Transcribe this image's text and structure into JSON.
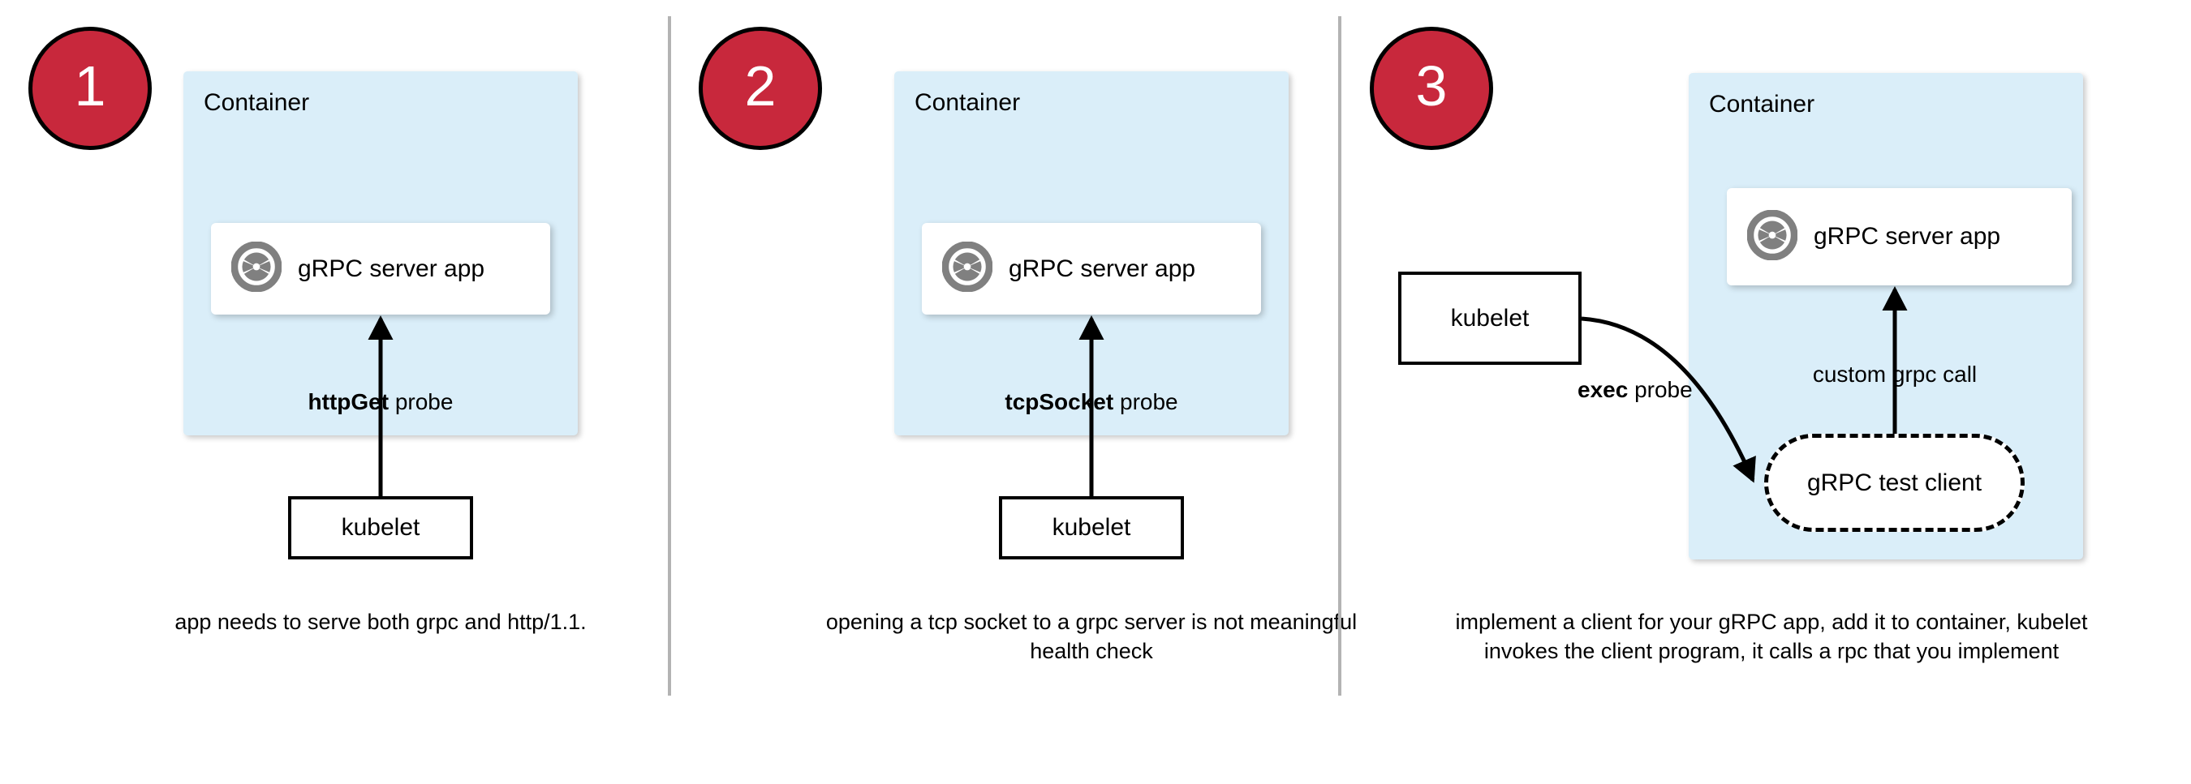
{
  "diagram": {
    "title": "gRPC health check probe approaches in Kubernetes",
    "colors": {
      "badge_fill": "#c8283c",
      "badge_border": "#000000",
      "container_fill": "#daeef9",
      "divider": "#b3b3b3",
      "logo_gray": "#808080",
      "stroke": "#000000"
    },
    "panels": [
      {
        "step": "1",
        "container_label": "Container",
        "app_label": "gRPC server app",
        "app_icon": "grpc-aperture-icon",
        "probe_label_bold": "httpGet",
        "probe_label_rest": " probe",
        "kubelet_label": "kubelet",
        "caption": "app needs to serve both grpc and http/1.1."
      },
      {
        "step": "2",
        "container_label": "Container",
        "app_label": "gRPC server app",
        "app_icon": "grpc-aperture-icon",
        "probe_label_bold": "tcpSocket",
        "probe_label_rest": " probe",
        "kubelet_label": "kubelet",
        "caption": "opening a tcp socket to a grpc server is not meaningful health check"
      },
      {
        "step": "3",
        "container_label": "Container",
        "app_label": "gRPC server app",
        "app_icon": "grpc-aperture-icon",
        "probe_label_bold": "exec",
        "probe_label_rest": " probe",
        "kubelet_label": "kubelet",
        "call_label": "custom grpc call",
        "test_client_label": "gRPC test client",
        "caption": "implement a client for your gRPC app, add it to container, kubelet invokes the client program, it calls a rpc that you implement"
      }
    ]
  }
}
